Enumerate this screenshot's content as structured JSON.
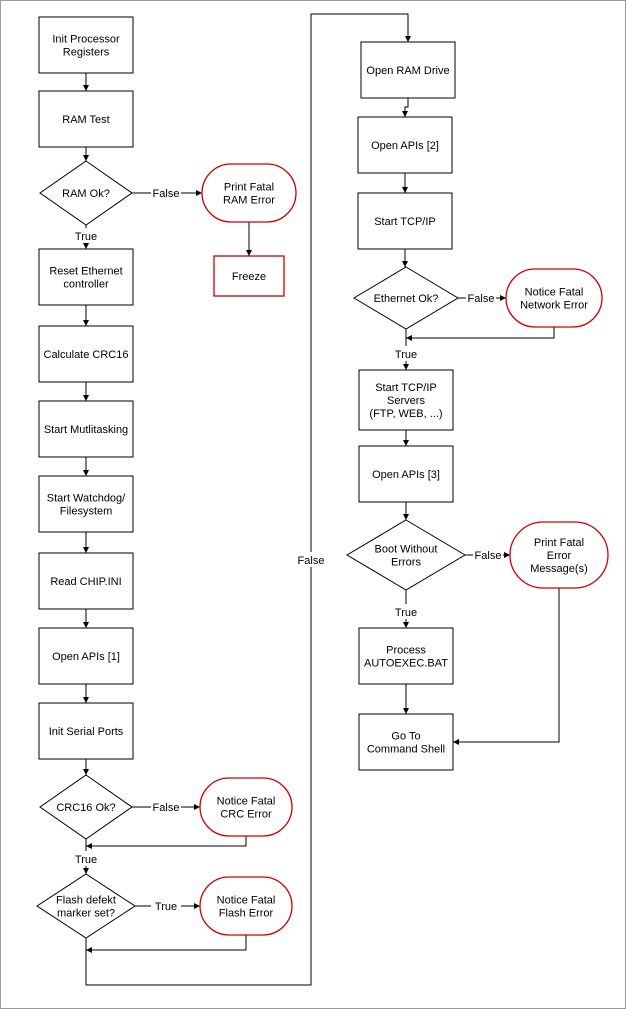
{
  "nodes": {
    "init_regs": {
      "lines": [
        "Init Processor",
        "Registers"
      ]
    },
    "ram_test": {
      "lines": [
        "RAM Test"
      ]
    },
    "ram_ok": {
      "lines": [
        "RAM Ok?"
      ]
    },
    "print_fatal_ram": {
      "lines": [
        "Print Fatal",
        "RAM Error"
      ]
    },
    "freeze": {
      "lines": [
        "Freeze"
      ]
    },
    "reset_eth": {
      "lines": [
        "Reset Ethernet",
        "controller"
      ]
    },
    "calc_crc": {
      "lines": [
        "Calculate CRC16"
      ]
    },
    "start_multi": {
      "lines": [
        "Start Mutlitasking"
      ]
    },
    "start_wd": {
      "lines": [
        "Start Watchdog/",
        "Filesystem"
      ]
    },
    "read_chip": {
      "lines": [
        "Read CHIP.INI"
      ]
    },
    "open_apis_1": {
      "lines": [
        "Open APIs [1]"
      ]
    },
    "init_serial": {
      "lines": [
        "Init Serial Ports"
      ]
    },
    "crc_ok": {
      "lines": [
        "CRC16 Ok?"
      ]
    },
    "notice_crc": {
      "lines": [
        "Notice Fatal",
        "CRC Error"
      ]
    },
    "flash_defekt": {
      "lines": [
        "Flash defekt",
        "marker  set?"
      ]
    },
    "notice_flash": {
      "lines": [
        "Notice Fatal",
        "Flash Error"
      ]
    },
    "open_ram": {
      "lines": [
        "Open RAM Drive"
      ]
    },
    "open_apis_2": {
      "lines": [
        "Open APIs [2]"
      ]
    },
    "start_tcp": {
      "lines": [
        "Start TCP/IP"
      ]
    },
    "eth_ok": {
      "lines": [
        "Ethernet Ok?"
      ]
    },
    "notice_net": {
      "lines": [
        "Notice Fatal",
        "Network Error"
      ]
    },
    "start_servers": {
      "lines": [
        "Start TCP/IP",
        "Servers",
        "(FTP, WEB, ...)"
      ]
    },
    "open_apis_3": {
      "lines": [
        "Open APIs [3]"
      ]
    },
    "boot_ok": {
      "lines": [
        "Boot Without",
        "Errors"
      ]
    },
    "print_fatal_err": {
      "lines": [
        "Print Fatal",
        "Error",
        "Message(s)"
      ]
    },
    "process_autoexec": {
      "lines": [
        "Process",
        "AUTOEXEC.BAT"
      ]
    },
    "go_shell": {
      "lines": [
        "Go To",
        "Command Shell"
      ]
    }
  },
  "edge_labels": {
    "ram_false": "False",
    "ram_true": "True",
    "crc_false": "False",
    "crc_true": "True",
    "flash_true": "True",
    "connector_false": "False",
    "eth_false": "False",
    "eth_true": "True",
    "boot_false": "False",
    "boot_true": "True"
  },
  "colors": {
    "line": "#000000",
    "error_border": "#cc0000",
    "frame": "#9a9a9a"
  }
}
